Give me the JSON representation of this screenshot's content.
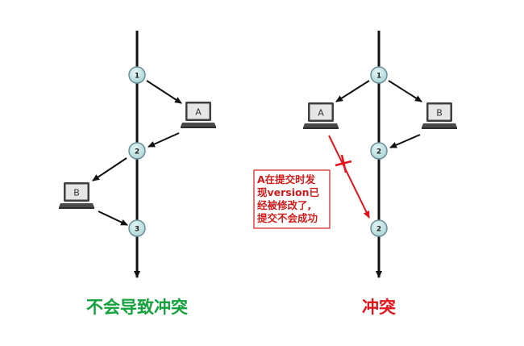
{
  "colors": {
    "line": "#111111",
    "node_fill": "#bfe3e3",
    "node_stroke": "#6a8f95",
    "green": "#14a23c",
    "red": "#e3151b",
    "note_border": "#d11a1a",
    "laptop_body": "#555555",
    "laptop_screen": "#d9d9d9"
  },
  "left_diagram": {
    "caption": "不会导致冲突",
    "nodes": [
      {
        "label": "1"
      },
      {
        "label": "2"
      },
      {
        "label": "3"
      }
    ],
    "laptops": [
      {
        "label": "A"
      },
      {
        "label": "B"
      }
    ]
  },
  "right_diagram": {
    "caption": "冲突",
    "nodes": [
      {
        "label": "1"
      },
      {
        "label": "2"
      },
      {
        "label": "2"
      }
    ],
    "laptops": [
      {
        "label": "A"
      },
      {
        "label": "B"
      }
    ],
    "note_lines": [
      "A在提交时发",
      "现version已",
      "经被修改了,",
      "提交不会成功"
    ]
  }
}
